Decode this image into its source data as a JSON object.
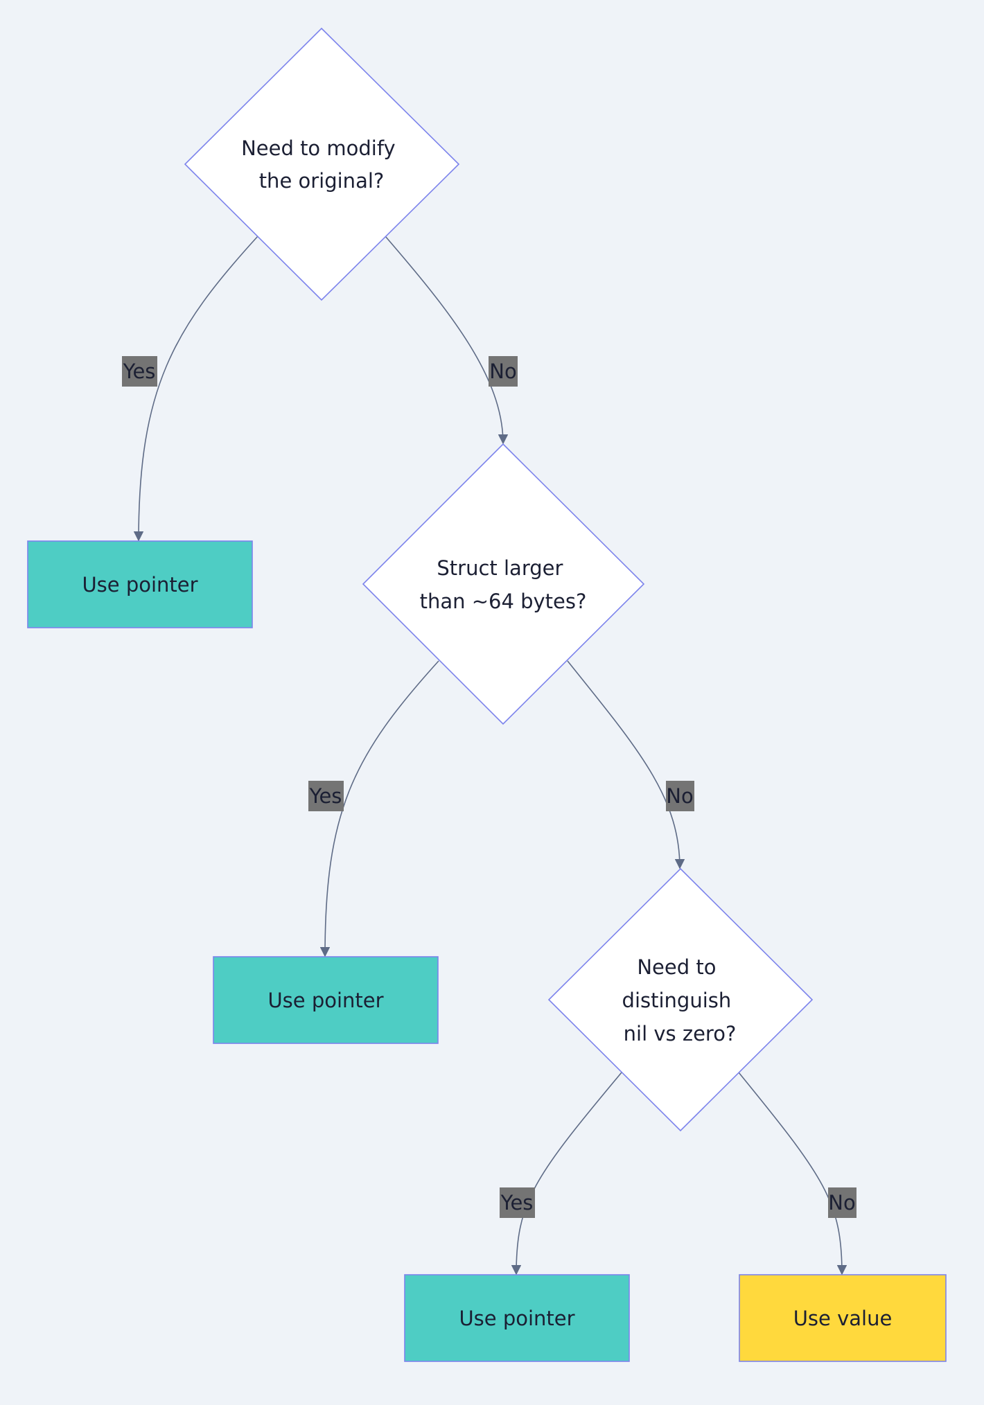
{
  "colors": {
    "background": "#eff3f8",
    "pointer_fill": "#4ecdc4",
    "value_fill": "#ffd93d",
    "decision_fill": "#ffffff",
    "node_stroke": "#7c83ec",
    "edge_stroke": "#5e6b86",
    "edge_label_bg": "#747474"
  },
  "decisions": [
    {
      "lines": [
        "Need to modify",
        "the original?"
      ]
    },
    {
      "lines": [
        "Struct larger",
        "than ~64 bytes?"
      ]
    },
    {
      "lines": [
        "Need to",
        "distinguish",
        "nil vs zero?"
      ]
    }
  ],
  "outcomes": [
    {
      "label": "Use pointer",
      "kind": "pointer"
    },
    {
      "label": "Use pointer",
      "kind": "pointer"
    },
    {
      "label": "Use pointer",
      "kind": "pointer"
    },
    {
      "label": "Use value",
      "kind": "value"
    }
  ],
  "edges": [
    {
      "from": "decision-1",
      "to": "outcome-1",
      "label": "Yes"
    },
    {
      "from": "decision-1",
      "to": "decision-2",
      "label": "No"
    },
    {
      "from": "decision-2",
      "to": "outcome-2",
      "label": "Yes"
    },
    {
      "from": "decision-2",
      "to": "decision-3",
      "label": "No"
    },
    {
      "from": "decision-3",
      "to": "outcome-3",
      "label": "Yes"
    },
    {
      "from": "decision-3",
      "to": "outcome-4",
      "label": "No"
    }
  ]
}
